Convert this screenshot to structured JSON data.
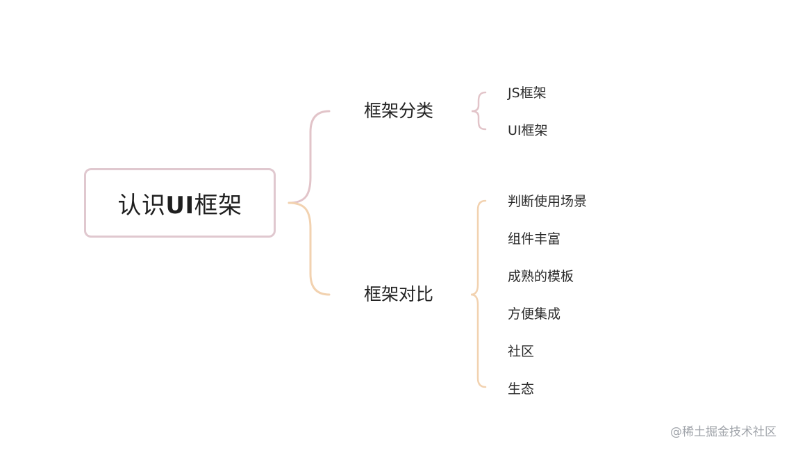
{
  "root": {
    "label_prefix": "认识",
    "label_bold": "UI",
    "label_suffix": "框架",
    "border_color": "#e0c8cf"
  },
  "branches": [
    {
      "label": "框架分类",
      "color": "#e2c4c9",
      "children": [
        "JS框架",
        "UI框架"
      ]
    },
    {
      "label": "框架对比",
      "color": "#f2d2b0",
      "children": [
        "判断使用场景",
        "组件丰富",
        "成熟的模板",
        "方便集成",
        "社区",
        "生态"
      ]
    }
  ],
  "watermark": "@稀土掘金技术社区"
}
